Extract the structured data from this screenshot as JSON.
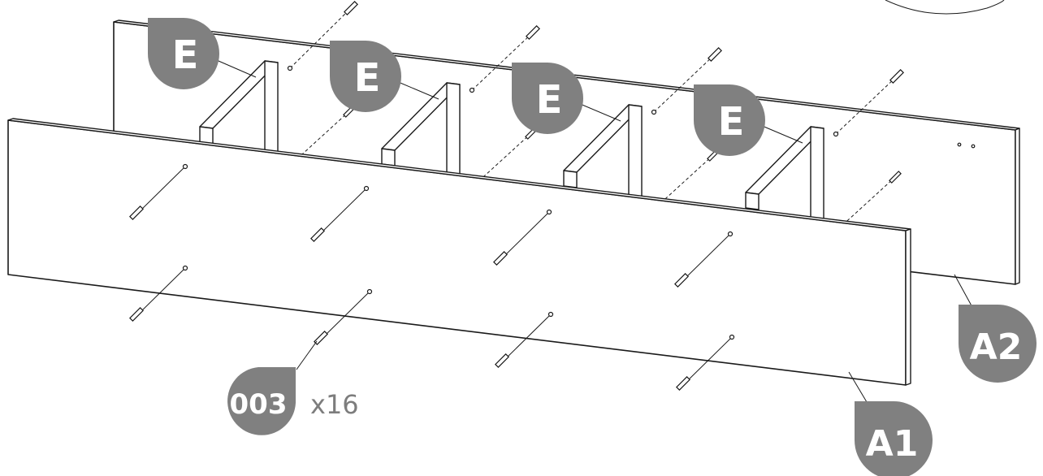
{
  "colors": {
    "callout_fill": "#808080",
    "qty_text": "#7d7d7d",
    "line": "#1a1a1a"
  },
  "labels": {
    "partition": "E",
    "front_panel": "A1",
    "back_panel": "A2",
    "fastener_code": "003",
    "fastener_quantity": "x16"
  }
}
